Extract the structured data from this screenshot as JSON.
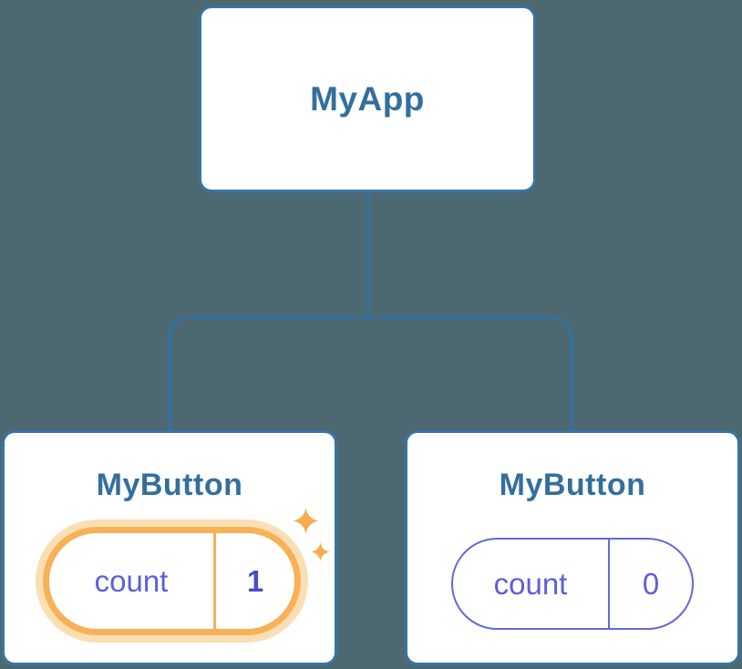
{
  "diagram": {
    "description": "React component tree with shared state counters",
    "background_color": "#4C6972",
    "connector_color": "#35709F",
    "card_border_color": "#3A73A6",
    "title_color": "#336F9E",
    "state_text_color": "#5C5FD9",
    "state_value_highlight_color": "#4A4FC0",
    "highlight_border_color": "#F8B156",
    "highlight_glow_color": "#FBDFB4",
    "sparkle_color": "#F6AC4F",
    "root": {
      "label": "MyApp"
    },
    "children": [
      {
        "label": "MyButton",
        "highlighted": true,
        "state": {
          "key": "count",
          "value": "1"
        }
      },
      {
        "label": "MyButton",
        "highlighted": false,
        "state": {
          "key": "count",
          "value": "0"
        }
      }
    ]
  }
}
